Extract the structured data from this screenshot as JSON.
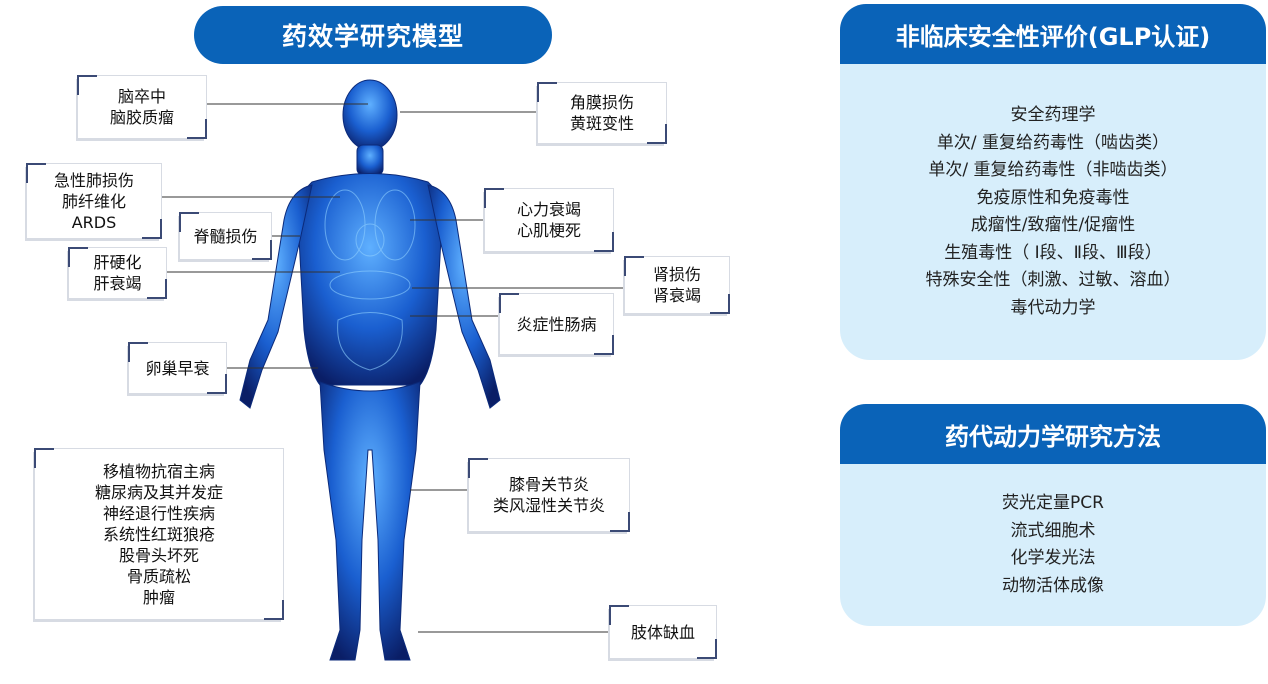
{
  "model": {
    "title": "药效学研究模型",
    "callouts": {
      "brain": [
        "脑卒中",
        "脑胶质瘤"
      ],
      "eye": [
        "角膜损伤",
        "黄斑变性"
      ],
      "lung": [
        "急性肺损伤",
        "肺纤维化",
        "ARDS"
      ],
      "heart": [
        "心力衰竭",
        "心肌梗死"
      ],
      "spine": [
        "脊髓损伤"
      ],
      "liver": [
        "肝硬化",
        "肝衰竭"
      ],
      "kidney": [
        "肾损伤",
        "肾衰竭"
      ],
      "bowel": [
        "炎症性肠病"
      ],
      "ovary": [
        "卵巢早衰"
      ],
      "systemic": [
        "移植物抗宿主病",
        "糖尿病及其并发症",
        "神经退行性疾病",
        "系统性红斑狼疮",
        "股骨头坏死",
        "骨质疏松",
        "肿瘤"
      ],
      "knee": [
        "膝骨关节炎",
        "类风湿性关节炎"
      ],
      "limb": [
        "肢体缺血"
      ]
    }
  },
  "safety": {
    "title": "非临床安全性评价(GLP认证)",
    "items": [
      "安全药理学",
      "单次/ 重复给药毒性（啮齿类）",
      "单次/ 重复给药毒性（非啮齿类）",
      "免疫原性和免疫毒性",
      "成瘤性/致瘤性/促瘤性",
      "生殖毒性（ Ⅰ段、Ⅱ段、Ⅲ段）",
      "特殊安全性（刺激、过敏、溶血）",
      "毒代动力学"
    ]
  },
  "pk": {
    "title": "药代动力学研究方法",
    "items": [
      "荧光定量PCR",
      "流式细胞术",
      "化学发光法",
      "动物活体成像"
    ]
  },
  "colors": {
    "header_blue": "#0a63b8",
    "panel_fill": "#d7eefb",
    "figure_blue": "#1a5fd0"
  }
}
